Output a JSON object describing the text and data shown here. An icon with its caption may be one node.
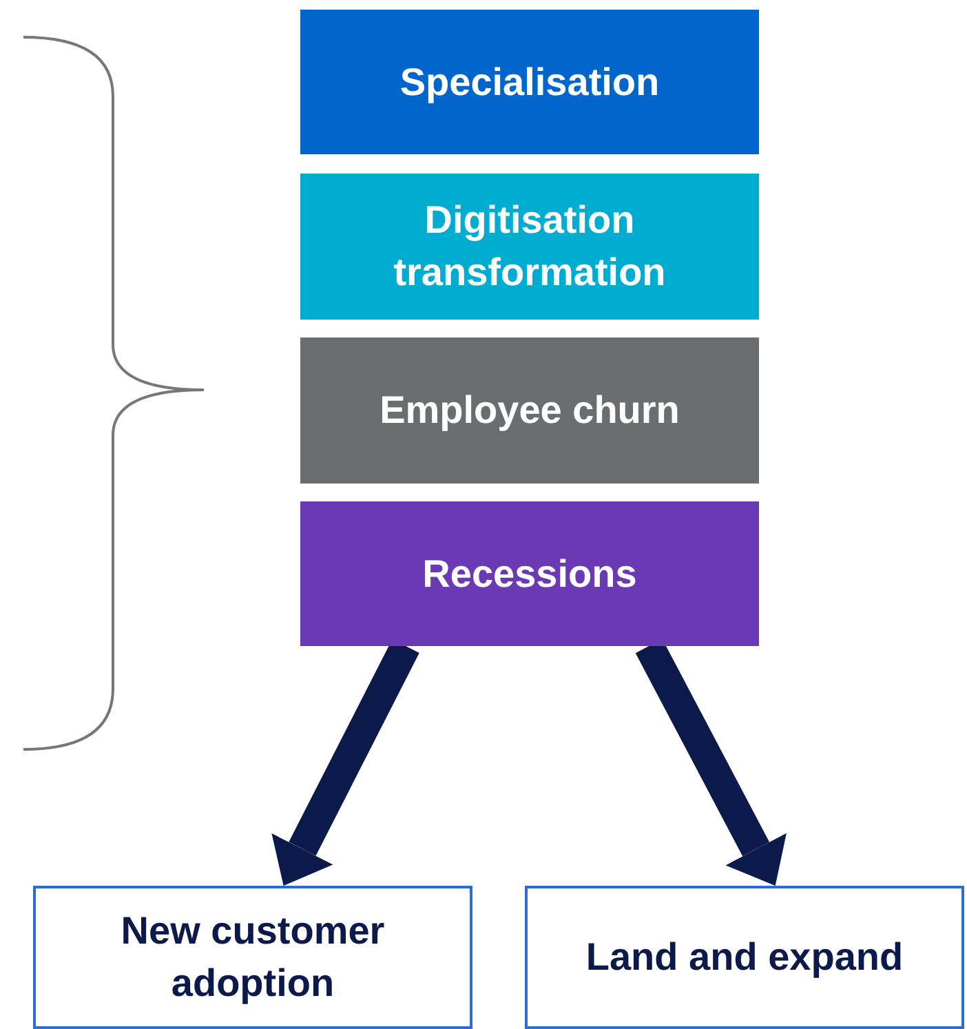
{
  "diagram": {
    "nodes": [
      {
        "text": [
          "Specialisation"
        ]
      },
      {
        "text": [
          "Digitisation transformation"
        ]
      },
      {
        "text": [
          "Employee churn"
        ]
      },
      {
        "text": [
          "Recessions"
        ]
      },
      {
        "text": [
          "New customer adoption"
        ]
      },
      {
        "text": [
          "Land and expand"
        ]
      }
    ],
    "edges": [
      {
        "from": 3,
        "to": 4,
        "arrow": "to"
      },
      {
        "from": 3,
        "to": 5,
        "arrow": "to"
      }
    ]
  }
}
